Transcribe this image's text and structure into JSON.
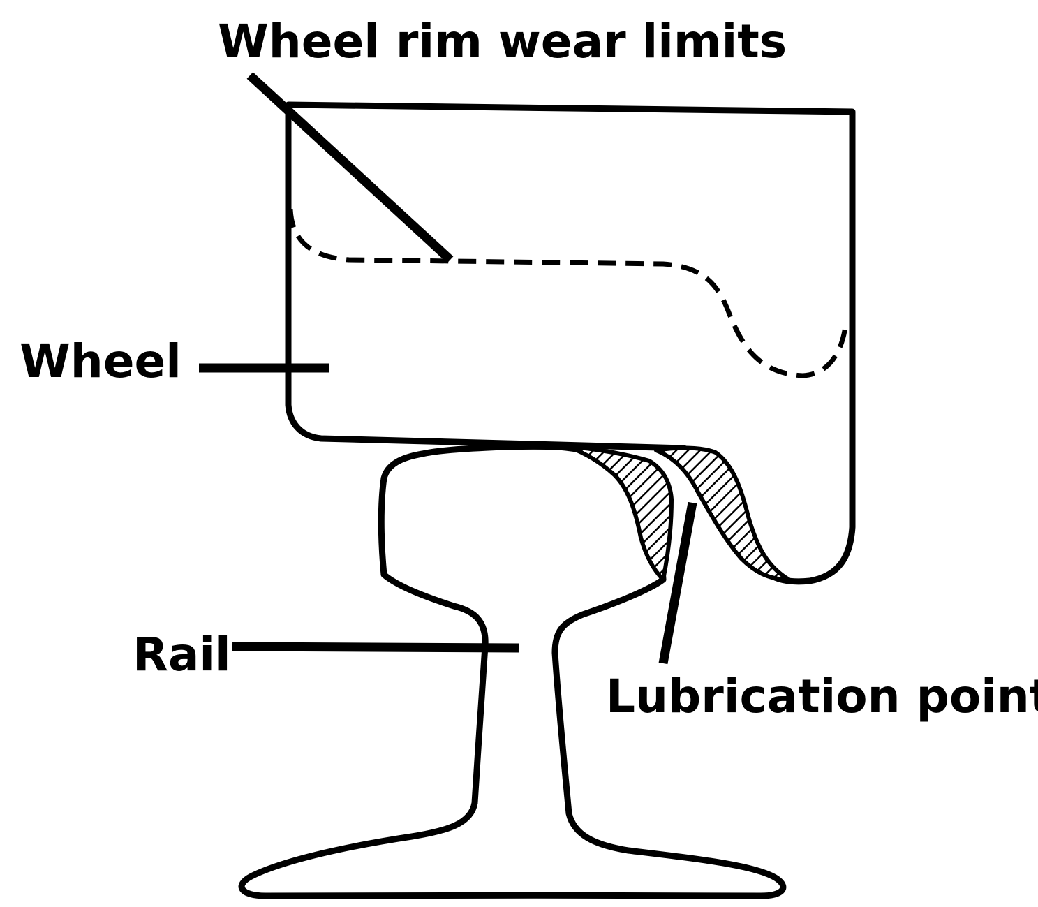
{
  "diagram": {
    "labels": {
      "wheel_rim_wear_limits": "Wheel rim wear limits",
      "wheel": "Wheel",
      "rail": "Rail",
      "lubrication_point": "Lubrication point"
    },
    "colors": {
      "ink": "#000000",
      "background": "#ffffff"
    }
  }
}
